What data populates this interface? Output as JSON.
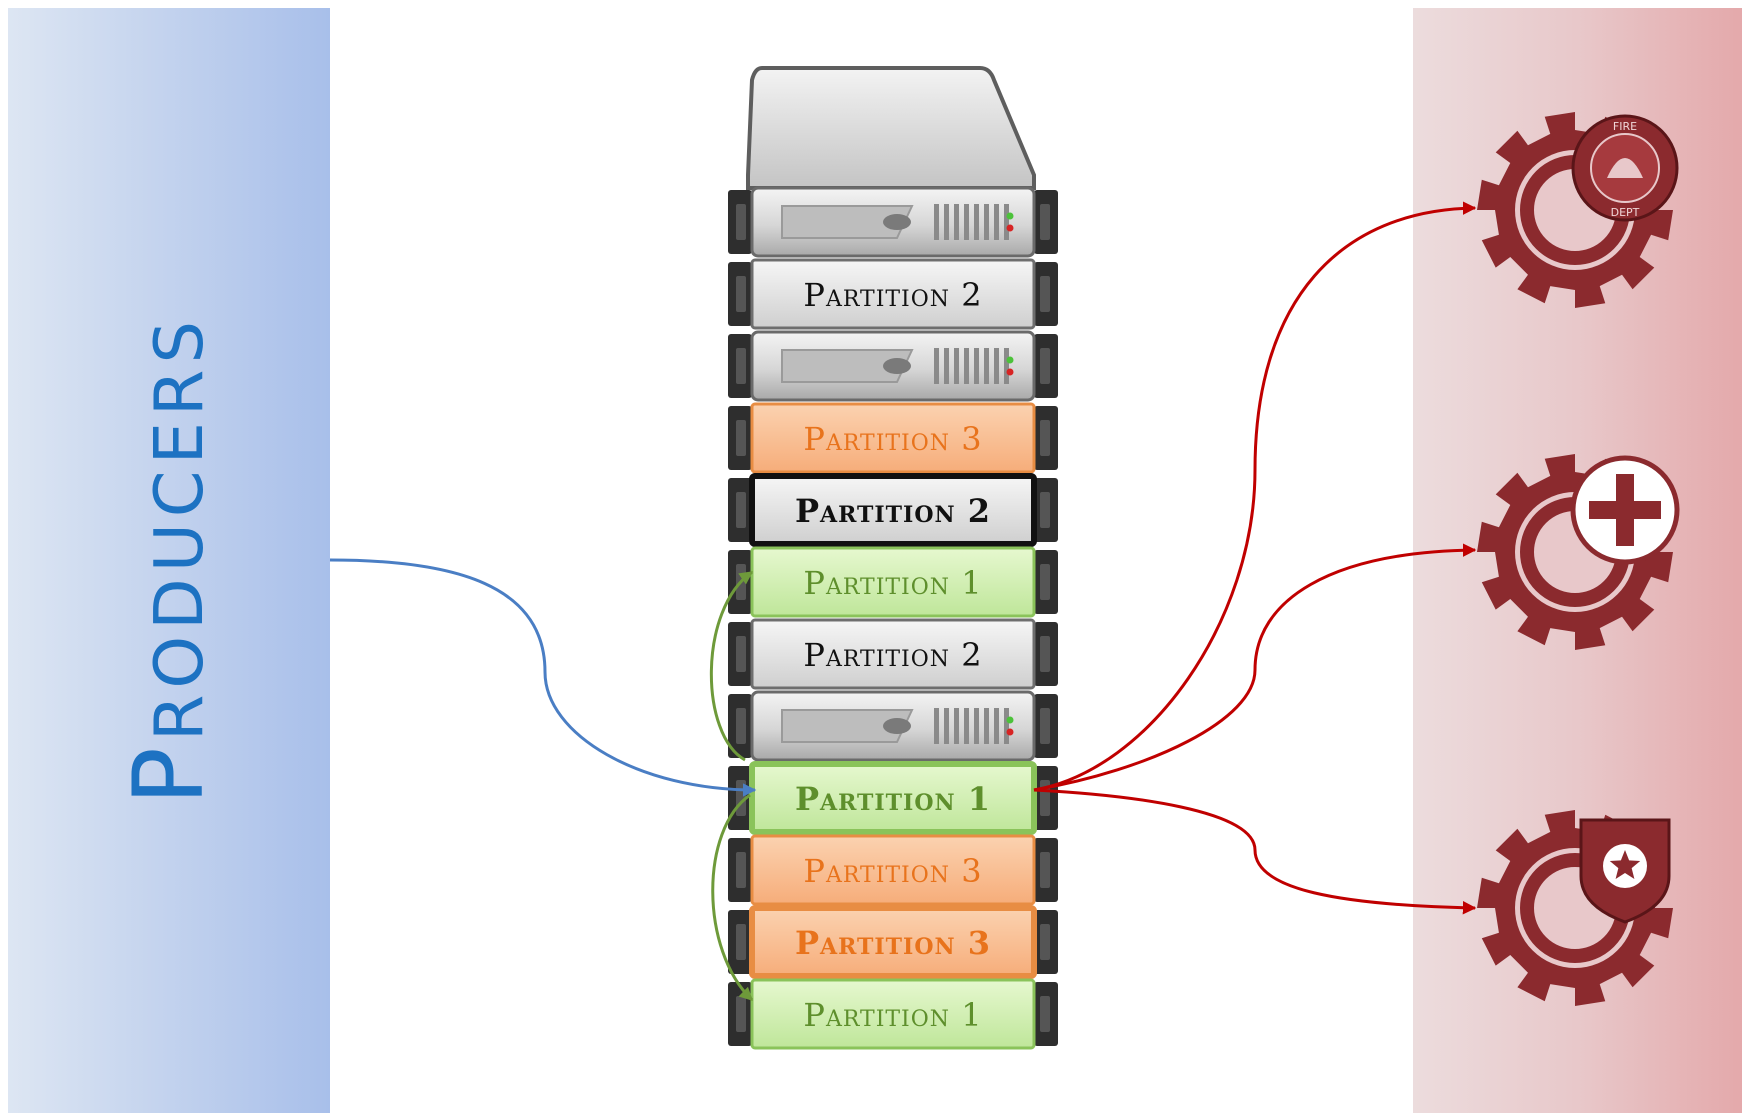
{
  "producers": {
    "label": "Producers"
  },
  "colors": {
    "producer_panel": "#a8bfea",
    "producer_line": "#4a7ec4",
    "consumer_panel": "#e4a9ab",
    "consumer_arrow": "#c00000",
    "replication_arrow": "#6e9a3a",
    "gear": "#8b2a2e",
    "p1_fill": "#cdf0a8",
    "p1_text": "#5e8f2c",
    "p2_fill": "#e0e0e0",
    "p2_text": "#111111",
    "p3_fill": "#f9bd90",
    "p3_text": "#e8731c"
  },
  "rack_slots": [
    {
      "kind": "server"
    },
    {
      "kind": "partition",
      "label": "Partition 2",
      "partition": 2,
      "leader": false
    },
    {
      "kind": "server"
    },
    {
      "kind": "partition",
      "label": "Partition 3",
      "partition": 3,
      "leader": false
    },
    {
      "kind": "partition",
      "label": "Partition 2",
      "partition": 2,
      "leader": true
    },
    {
      "kind": "partition",
      "label": "Partition 1",
      "partition": 1,
      "leader": false
    },
    {
      "kind": "partition",
      "label": "Partition 2",
      "partition": 2,
      "leader": false
    },
    {
      "kind": "server"
    },
    {
      "kind": "partition",
      "label": "Partition 1",
      "partition": 1,
      "leader": true
    },
    {
      "kind": "partition",
      "label": "Partition 3",
      "partition": 3,
      "leader": false
    },
    {
      "kind": "partition",
      "label": "Partition 3",
      "partition": 3,
      "leader": true
    },
    {
      "kind": "partition",
      "label": "Partition 1",
      "partition": 1,
      "leader": false
    }
  ],
  "consumers": [
    {
      "name": "fire-department",
      "badge": "fire-badge-icon",
      "badge_text_top": "FIRE",
      "badge_text_bottom": "DEPT"
    },
    {
      "name": "medical",
      "badge": "red-cross-icon"
    },
    {
      "name": "police",
      "badge": "police-shield-icon"
    }
  ]
}
